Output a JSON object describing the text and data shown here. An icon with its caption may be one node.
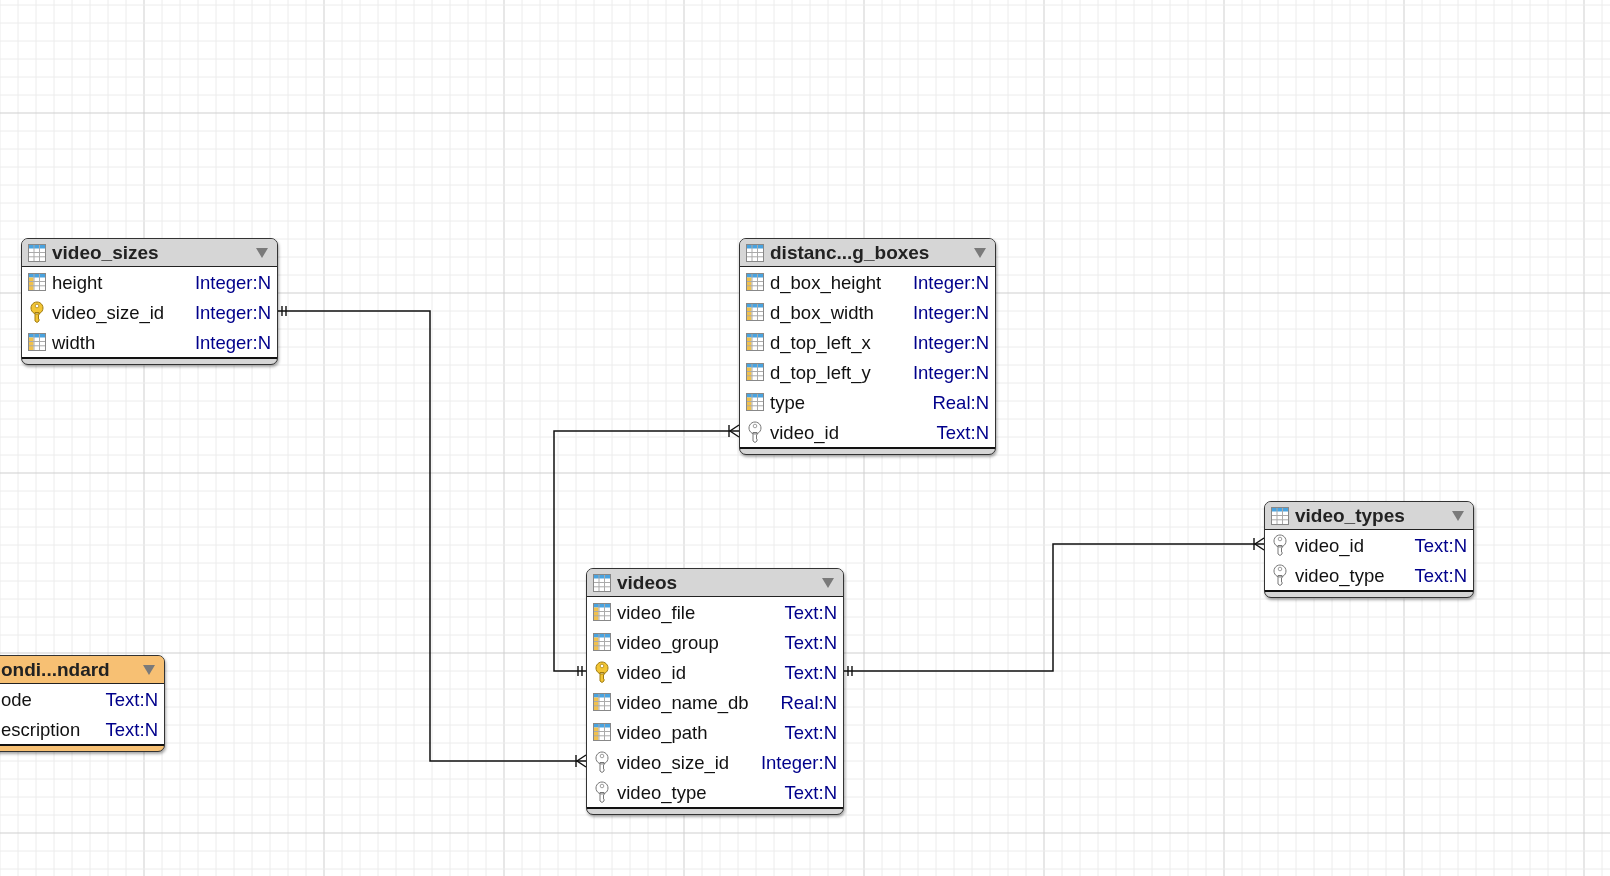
{
  "diagram": {
    "nodes": [
      {
        "text": [
          "video_sizes"
        ]
      },
      {
        "text": [
          "height",
          "Integer:N"
        ],
        "in": 0
      },
      {
        "text": [
          "video_size_id",
          "Integer:N"
        ],
        "in": 0
      },
      {
        "text": [
          "width",
          "Integer:N"
        ],
        "in": 0
      },
      {
        "text": [
          "distanc...g_boxes"
        ]
      },
      {
        "text": [
          "d_box_height",
          "Integer:N"
        ],
        "in": 4
      },
      {
        "text": [
          "d_box_width",
          "Integer:N"
        ],
        "in": 4
      },
      {
        "text": [
          "d_top_left_x",
          "Integer:N"
        ],
        "in": 4
      },
      {
        "text": [
          "d_top_left_y",
          "Integer:N"
        ],
        "in": 4
      },
      {
        "text": [
          "type",
          "Real:N"
        ],
        "in": 4
      },
      {
        "text": [
          "video_id",
          "Text:N"
        ],
        "in": 4
      },
      {
        "text": [
          "ondi...ndard"
        ]
      },
      {
        "text": [
          "ode",
          "Text:N"
        ],
        "in": 11
      },
      {
        "text": [
          "escription",
          "Text:N"
        ],
        "in": 11
      },
      {
        "text": [
          "videos"
        ]
      },
      {
        "text": [
          "video_file",
          "Text:N"
        ],
        "in": 14
      },
      {
        "text": [
          "video_group",
          "Text:N"
        ],
        "in": 14
      },
      {
        "text": [
          "video_id",
          "Text:N"
        ],
        "in": 14
      },
      {
        "text": [
          "video_name_db",
          "Real:N"
        ],
        "in": 14
      },
      {
        "text": [
          "video_path",
          "Text:N"
        ],
        "in": 14
      },
      {
        "text": [
          "video_size_id",
          "Integer:N"
        ],
        "in": 14
      },
      {
        "text": [
          "video_type",
          "Text:N"
        ],
        "in": 14
      },
      {
        "text": [
          "video_types"
        ]
      },
      {
        "text": [
          "video_id",
          "Text:N"
        ],
        "in": 22
      },
      {
        "text": [
          "video_type",
          "Text:N"
        ],
        "in": 22
      }
    ],
    "edges": [
      {
        "from": 2,
        "to": 20,
        "arrow": "other"
      },
      {
        "from": 17,
        "to": 10,
        "arrow": "other"
      },
      {
        "from": 17,
        "to": 23,
        "arrow": "other"
      }
    ]
  }
}
